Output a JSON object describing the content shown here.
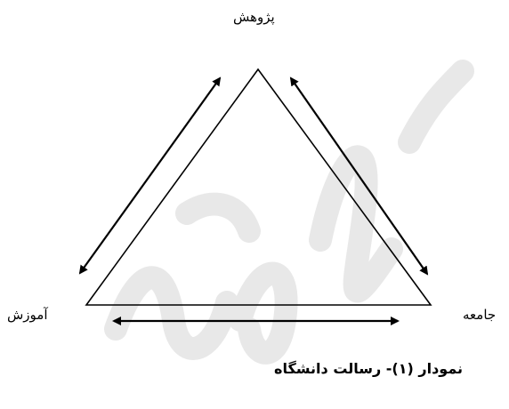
{
  "nodes": {
    "top": "پژوهش",
    "left": "آموزش",
    "right": "جامعه"
  },
  "caption": "نمودار (۱)- رسالت دانشگاه",
  "colors": {
    "watermark": "#c8c8c8",
    "line": "#000000"
  }
}
